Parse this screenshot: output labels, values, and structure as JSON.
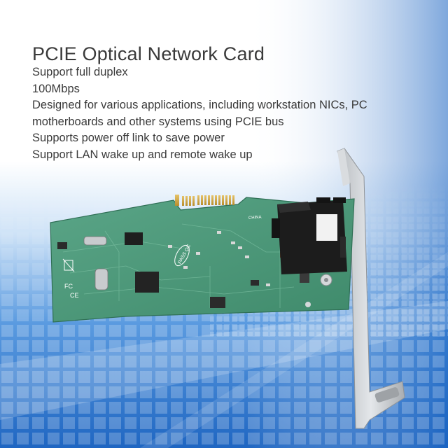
{
  "product": {
    "title": "PCIE Optical Network Card",
    "features": [
      "Support full duplex",
      "100Mbps",
      "Designed for various applications, including workstation NICs, PC motherboards and other systems using PCIE bus",
      "Supports power off link to save power",
      "Support LAN wake up and remote wake up"
    ]
  },
  "board_markings": {
    "pass_stamp": "PASS QC",
    "origin": "CHINA"
  },
  "colors": {
    "background_top": "#ffffff",
    "background_blue": "#1e6fc8",
    "pcb_green": "#4f9a7a",
    "bracket_silver": "#cfd3d6",
    "connector_black": "#1c1c1c",
    "text": "#3a3a3a"
  },
  "icons": [
    "ce-mark-icon",
    "fcc-mark-icon",
    "weee-bin-icon"
  ]
}
